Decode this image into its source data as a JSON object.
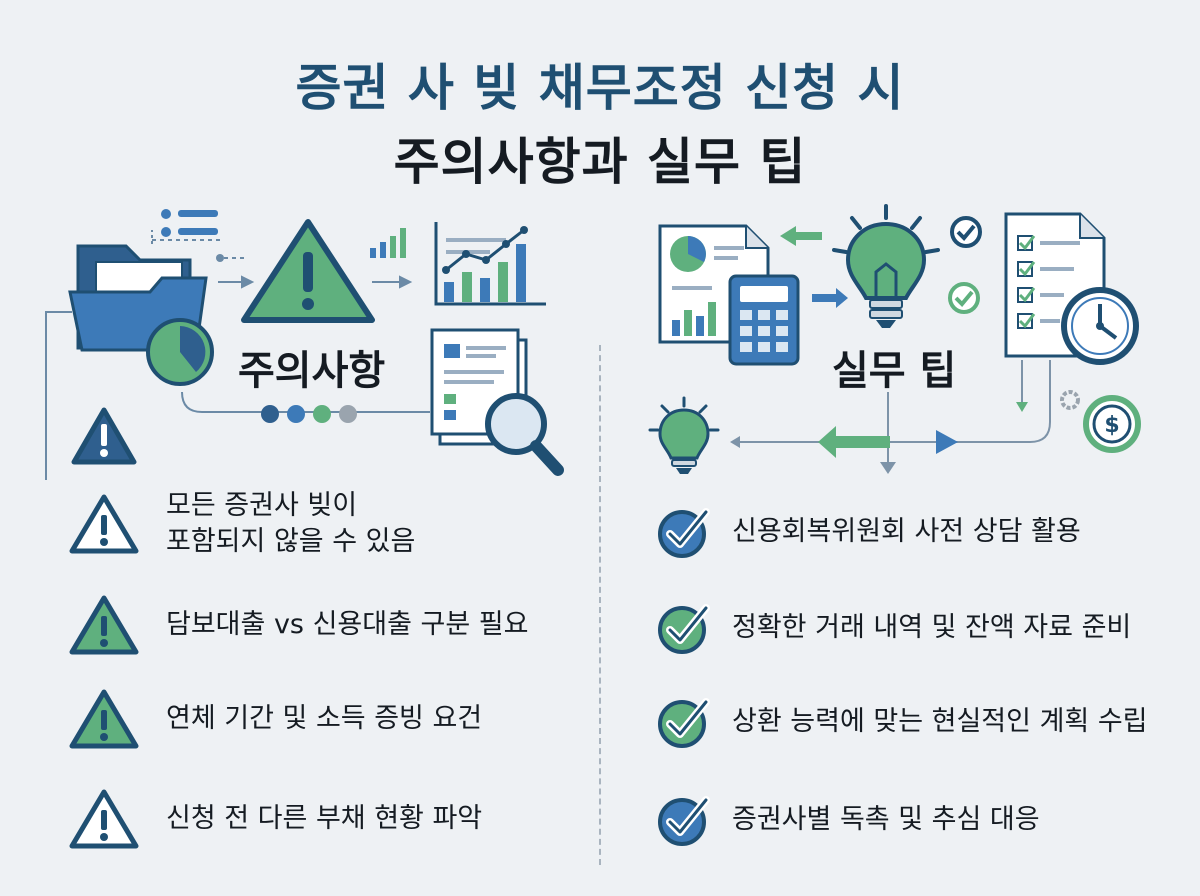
{
  "title": {
    "line1": "증권 사 빚 채무조정 신청 시",
    "line2": "주의사항과 실무 팁"
  },
  "left": {
    "label": "주의사항",
    "items": [
      {
        "line1": "모든 증권사 빚이",
        "line2": "포함되지 않을 수 있음"
      },
      {
        "line1": "담보대출 vs 신용대출 구분 필요"
      },
      {
        "line1": "연체 기간 및 소득 증빙 요건"
      },
      {
        "line1": "신청 전 다른 부채 현황 파악"
      }
    ]
  },
  "right": {
    "label": "실무 팁",
    "items": [
      {
        "line1": "신용회복위원회 사전 상담 활용"
      },
      {
        "line1": "정확한 거래 내역 및 잔액 자료 준비"
      },
      {
        "line1": "상환 능력에 맞는 현실적인 계획 수립"
      },
      {
        "line1": "증권사별 독촉 및 추심 대응"
      }
    ]
  },
  "colors": {
    "navy": "#1f4f72",
    "blue": "#3d7ab8",
    "green": "#4aa06c",
    "ink": "#151b22",
    "background": "#eef1f4"
  },
  "icons": [
    "folder-icon",
    "warning-icon",
    "bar-chart-icon",
    "document-icon",
    "magnifier-icon",
    "pie-report-icon",
    "calculator-icon",
    "lightbulb-icon",
    "checklist-icon",
    "clock-icon",
    "dollar-coin-icon",
    "check-circle-icon"
  ]
}
